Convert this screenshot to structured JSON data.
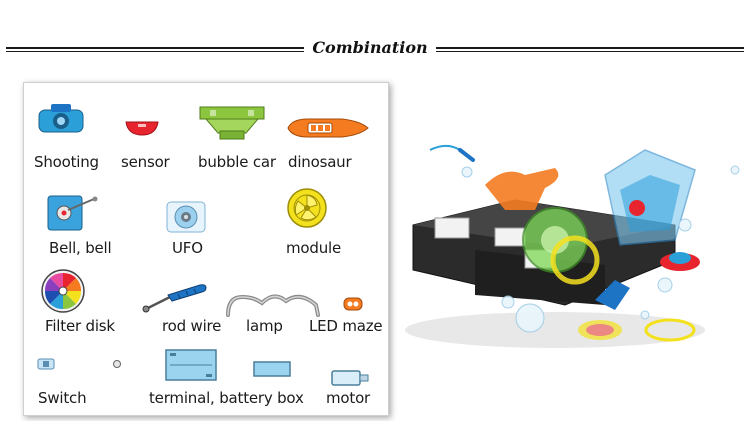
{
  "header": {
    "title": "Combination"
  },
  "components": {
    "shooting": "Shooting",
    "sensor": "sensor",
    "bubble_car": "bubble car",
    "dinosaur": "dinosaur",
    "bell": "Bell, bell",
    "ufo": "UFO",
    "module": "module",
    "filter_disk": "Filter disk",
    "rod_wire": "rod wire",
    "lamp": "lamp",
    "led_maze": "LED maze",
    "switch": "Switch",
    "terminal_battery_box": "terminal, battery box",
    "motor": "motor"
  },
  "colors": {
    "shooting": "#2a9fd8",
    "sensor": "#e8252e",
    "bubble_car": "#8cc63f",
    "dinosaur": "#f47b20",
    "bell": "#3aa3dd",
    "ufo": "#9bd0ee",
    "module": "#f4e11e",
    "rod_wire": "#1e74c4",
    "led_maze": "#f47b20",
    "battery_box": "#9ad4ee"
  },
  "photo": {
    "subject": "assembled-kit-photo"
  }
}
